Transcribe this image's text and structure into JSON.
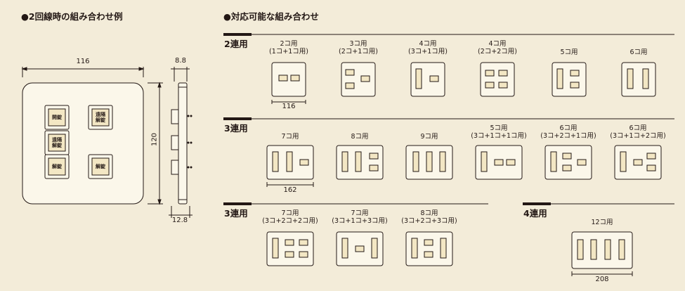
{
  "example_title": "●2回線時の組み合わせ例",
  "combos_title": "●対応可能な組み合わせ",
  "example": {
    "dim_width": "116",
    "dim_height": "120",
    "dim_depth_top": "8.8",
    "dim_depth_bottom": "12.8",
    "buttons": [
      "開錠",
      "遠隔\n解錠",
      "遠隔\n解錠",
      "解錠",
      "解錠"
    ]
  },
  "sections": [
    {
      "label": "2連用",
      "items": [
        {
          "name": "2コ用",
          "sub": "(1コ+1コ用)"
        },
        {
          "name": "3コ用",
          "sub": "(2コ+1コ用)"
        },
        {
          "name": "4コ用",
          "sub": "(3コ+1コ用)"
        },
        {
          "name": "4コ用",
          "sub": "(2コ+2コ用)"
        },
        {
          "name": "5コ用",
          "sub": ""
        },
        {
          "name": "6コ用",
          "sub": ""
        }
      ],
      "dim": "116"
    },
    {
      "label": "3連用",
      "items": [
        {
          "name": "7コ用",
          "sub": ""
        },
        {
          "name": "8コ用",
          "sub": ""
        },
        {
          "name": "9コ用",
          "sub": ""
        },
        {
          "name": "5コ用",
          "sub": "(3コ+1コ+1コ用)"
        },
        {
          "name": "6コ用",
          "sub": "(3コ+2コ+1コ用)"
        },
        {
          "name": "6コ用",
          "sub": "(3コ+1コ+2コ用)"
        }
      ],
      "dim": "162"
    },
    {
      "label": "3連用",
      "items": [
        {
          "name": "7コ用",
          "sub": "(3コ+2コ+2コ用)"
        },
        {
          "name": "7コ用",
          "sub": "(3コ+1コ+3コ用)"
        },
        {
          "name": "8コ用",
          "sub": "(3コ+2コ+3コ用)"
        }
      ]
    },
    {
      "label": "4連用",
      "items": [
        {
          "name": "12コ用",
          "sub": ""
        }
      ],
      "dim": "208"
    }
  ],
  "colors": {
    "background": "#f3ecd9",
    "plate": "#fbf7ea",
    "line": "#231815",
    "slot": "#f3e7c4",
    "header_bar": "#231815"
  }
}
